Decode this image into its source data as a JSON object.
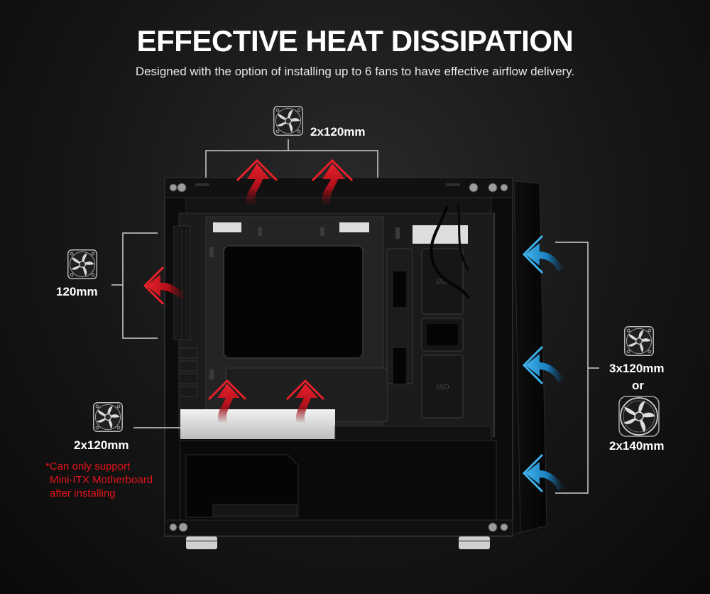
{
  "header": {
    "title": "EFFECTIVE HEAT DISSIPATION",
    "subtitle": "Designed with the option of installing up to 6 fans to have effective airflow delivery."
  },
  "callouts": {
    "top": {
      "label": "2x120mm",
      "icon": "fan-icon"
    },
    "rear": {
      "label": "120mm",
      "icon": "fan-icon"
    },
    "bottom": {
      "label": "2x120mm",
      "icon": "fan-icon"
    },
    "front": {
      "label_a": "3x120mm",
      "label_or": "or",
      "label_b": "2x140mm",
      "icon": "fan-icon"
    }
  },
  "note": {
    "line1": "*Can only support",
    "line2": "Mini-ITX Motherboard",
    "line3": "after installing"
  },
  "case_labels": {
    "ssd_upper": "SSD",
    "ssd_lower": "SSD"
  },
  "colors": {
    "exhaust_arrow": "#d4141c",
    "intake_arrow": "#1d8fd0",
    "note_text": "#e2141b",
    "bracket_line": "#cfcfcf"
  }
}
